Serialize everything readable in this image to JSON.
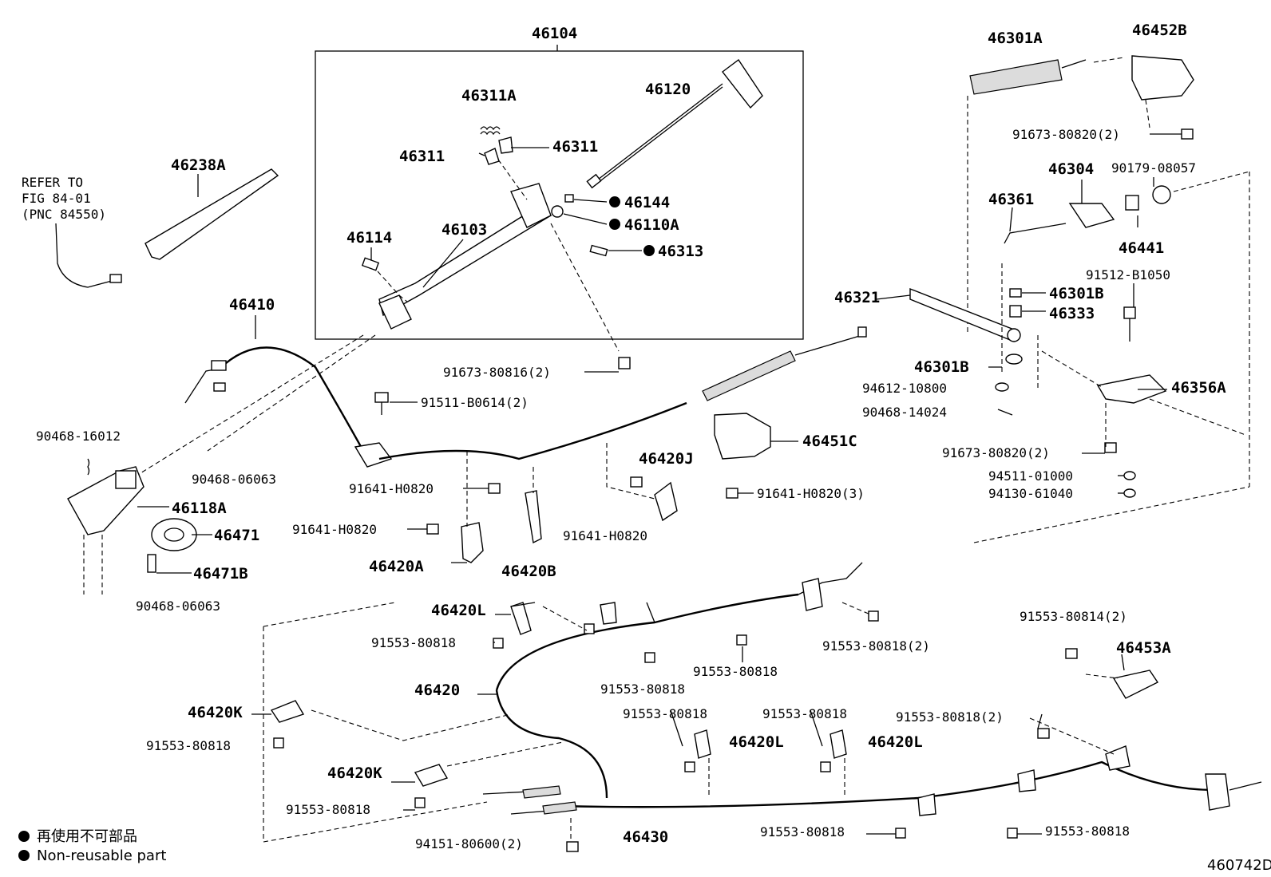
{
  "figure_code": "460742D",
  "refer_note": [
    "REFER TO",
    "FIG 84-01",
    "(PNC 84550)"
  ],
  "legend": {
    "items": [
      {
        "symbol": "filled-circle",
        "text": "再使用不可部品"
      },
      {
        "symbol": "filled-circle",
        "text": "Non-reusable part"
      }
    ]
  },
  "labels": {
    "p46104": "46104",
    "p46311A": "46311A",
    "p46120": "46120",
    "p46311_l": "46311",
    "p46311_r": "46311",
    "p46238A": "46238A",
    "p46144": "46144",
    "p46110A": "46110A",
    "p46114": "46114",
    "p46103": "46103",
    "p46313": "46313",
    "p46410": "46410",
    "p91673_80816": "91673-80816(2)",
    "p91511": "91511-B0614(2)",
    "p90468_16012": "90468-16012",
    "p90468_06063a": "90468-06063",
    "p46118A": "46118A",
    "p46471": "46471",
    "p46471B": "46471B",
    "p90468_06063b": "90468-06063",
    "p91641_a": "91641-H0820",
    "p91641_b": "91641-H0820",
    "p46420A": "46420A",
    "p46420B": "46420B",
    "p46420J": "46420J",
    "p91641_c": "91641-H0820",
    "p46451C": "46451C",
    "p91641_3": "91641-H0820(3)",
    "p46301A": "46301A",
    "p46452B": "46452B",
    "p91673_80820a": "91673-80820(2)",
    "p46304": "46304",
    "p90179": "90179-08057",
    "p46361": "46361",
    "p46441": "46441",
    "p91512": "91512-B1050",
    "p46321": "46321",
    "p46301B_a": "46301B",
    "p46333": "46333",
    "p46301B_b": "46301B",
    "p94612": "94612-10800",
    "p46356A": "46356A",
    "p90468_14024": "90468-14024",
    "p91673_80820b": "91673-80820(2)",
    "p94511": "94511-01000",
    "p94130": "94130-61040",
    "p46420L_a": "46420L",
    "p91553_a": "91553-80818",
    "p91553_2a": "91553-80818(2)",
    "p91553_b": "91553-80818",
    "p91553_c": "91553-80818",
    "p46420": "46420",
    "p91553_814": "91553-80814(2)",
    "p46453A": "46453A",
    "p46420K_a": "46420K",
    "p91553_d": "91553-80818",
    "p91553_e": "91553-80818",
    "p46420L_b": "46420L",
    "p91553_f": "91553-80818",
    "p46420L_c": "46420L",
    "p91553_2b": "91553-80818(2)",
    "p46420K_b": "46420K",
    "p91553_g": "91553-80818",
    "p94151": "94151-80600(2)",
    "p46430": "46430",
    "p91553_h": "91553-80818",
    "p91553_i": "91553-80818"
  },
  "colors": {
    "ink": "#000000",
    "paper": "#ffffff"
  }
}
